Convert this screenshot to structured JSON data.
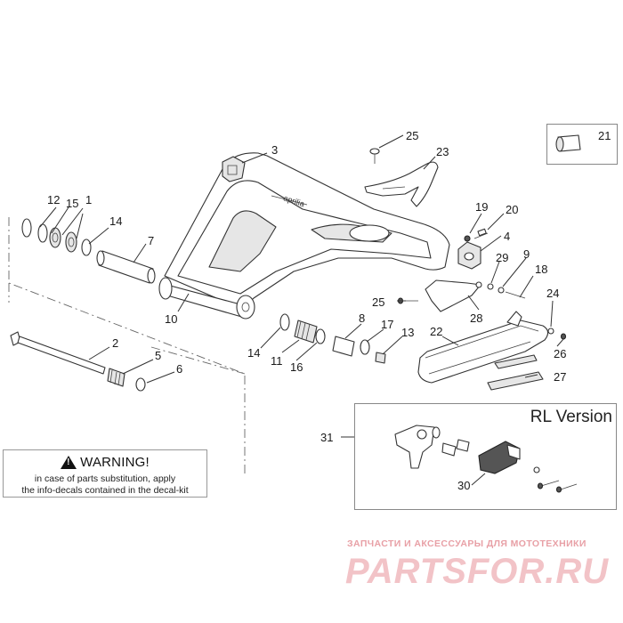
{
  "callouts": {
    "c1": "1",
    "c2": "2",
    "c3": "3",
    "c4": "4",
    "c5": "5",
    "c6": "6",
    "c7": "7",
    "c8": "8",
    "c9": "9",
    "c10": "10",
    "c11": "11",
    "c12": "12",
    "c13": "13",
    "c14a": "14",
    "c14b": "14",
    "c15": "15",
    "c16": "16",
    "c17": "17",
    "c18": "18",
    "c19": "19",
    "c20": "20",
    "c21": "21",
    "c22": "22",
    "c23": "23",
    "c24": "24",
    "c25a": "25",
    "c25b": "25",
    "c26": "26",
    "c27": "27",
    "c28": "28",
    "c29": "29",
    "c30": "30",
    "c31": "31"
  },
  "rl_version": {
    "label": "RL Version"
  },
  "warning": {
    "icon_glyph": "!",
    "title": "WARNING!",
    "line1": "in case of parts substitution, apply",
    "line2": "the info-decals contained in the decal-kit"
  },
  "watermark": {
    "tagline": "ЗАПЧАСТИ И АКСЕССУАРЫ ДЛЯ МОТОТЕХНИКИ",
    "logo": "PARTSFOR.RU"
  },
  "colors": {
    "line": "#333333",
    "watermark": "#f2c3c7",
    "watermark_text": "#e8a0a6"
  }
}
